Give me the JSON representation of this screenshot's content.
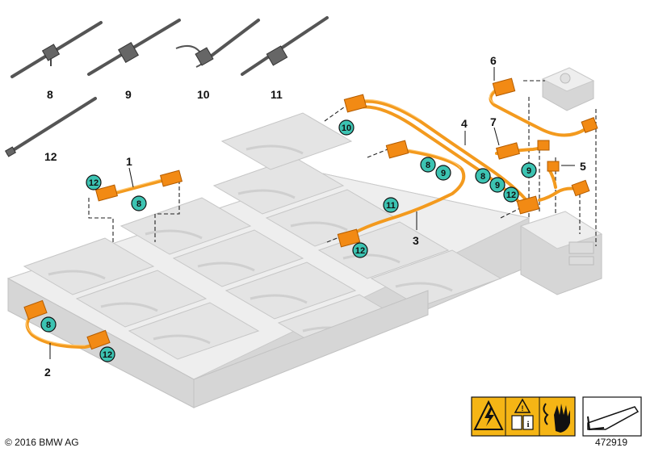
{
  "diagram": {
    "part_numbers": {
      "p1": "1",
      "p2": "2",
      "p3": "3",
      "p4": "4",
      "p5": "5",
      "p6": "6",
      "p7": "7",
      "p8": "8",
      "p9": "9",
      "p10": "10",
      "p11": "11",
      "p12": "12"
    },
    "badges": {
      "b8": "8",
      "b9": "9",
      "b10": "10",
      "b11": "11",
      "b12": "12"
    },
    "colors": {
      "cable": "#f39a1e",
      "badge": "#3cc3b2",
      "warning": "#f5b515"
    },
    "icons": [
      "cable-tie-icon",
      "high-voltage-warning-icon",
      "read-manual-icon",
      "electric-hand-icon",
      "tool-slope-icon"
    ]
  },
  "footer": {
    "copyright": "© 2016 BMW AG",
    "diagram_id": "472919"
  }
}
